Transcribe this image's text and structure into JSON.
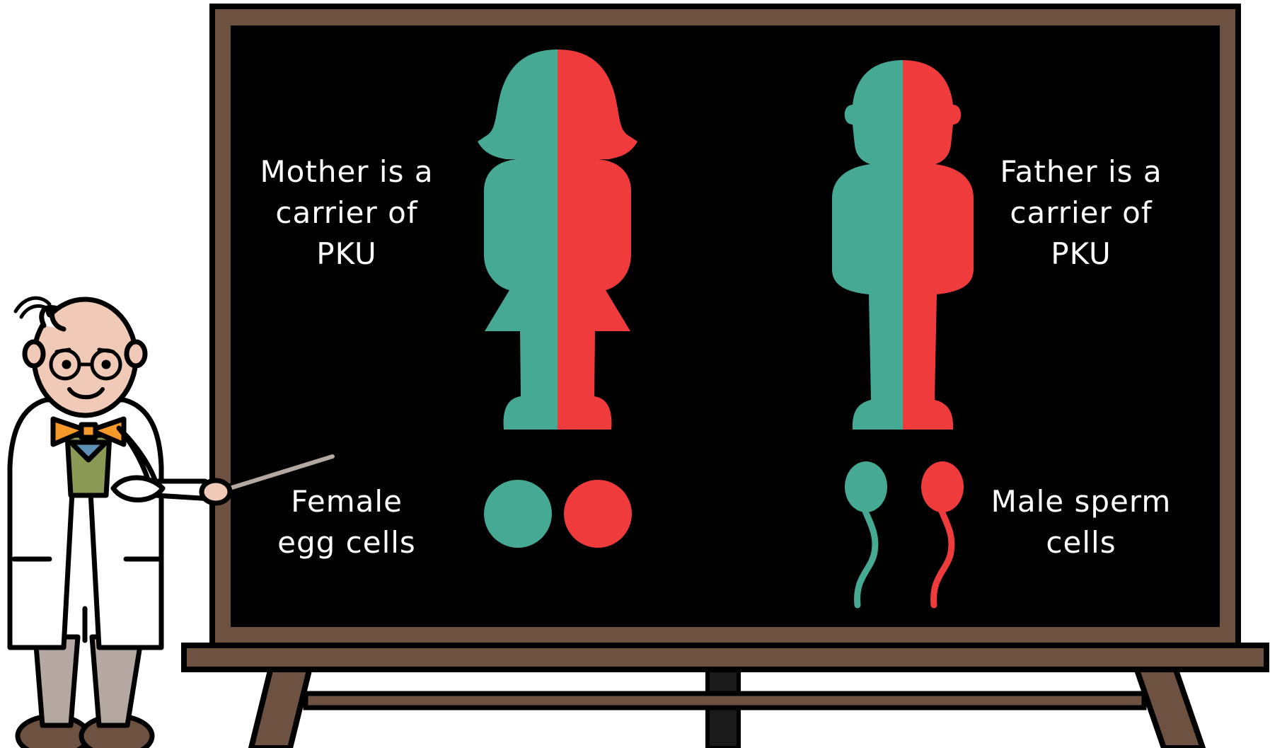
{
  "labels": {
    "mother": [
      "Mother is a",
      "carrier of",
      "PKU"
    ],
    "father": [
      "Father is a",
      "carrier of",
      "PKU"
    ],
    "eggs": [
      "Female",
      "egg cells"
    ],
    "sperm": [
      "Male sperm",
      "cells"
    ]
  },
  "colors": {
    "dominant_allele": "#45a994",
    "recessive_allele": "#ef3b3b",
    "board": "#000000",
    "frame": "#6e5241"
  }
}
